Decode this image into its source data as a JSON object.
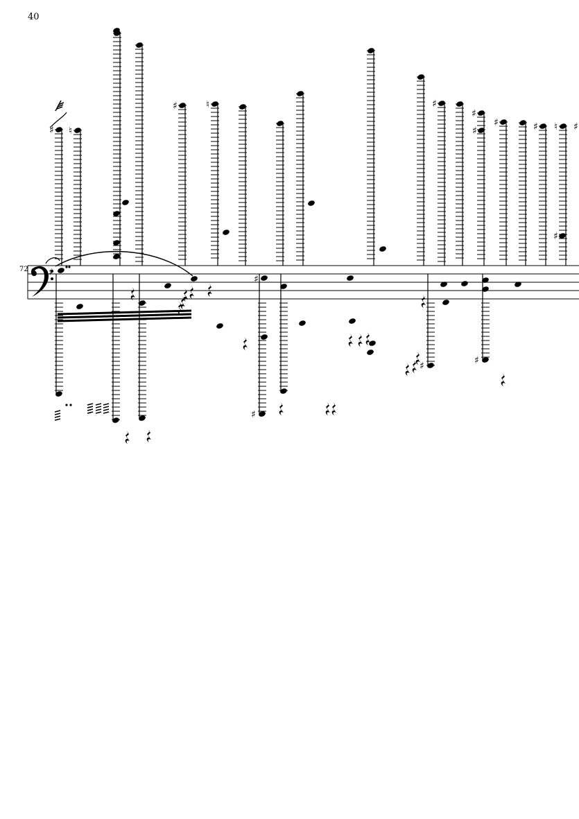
{
  "page": {
    "page_number": "40",
    "measure_number": "72"
  },
  "staff": {
    "clef": "bass-clef",
    "lines": 5
  }
}
